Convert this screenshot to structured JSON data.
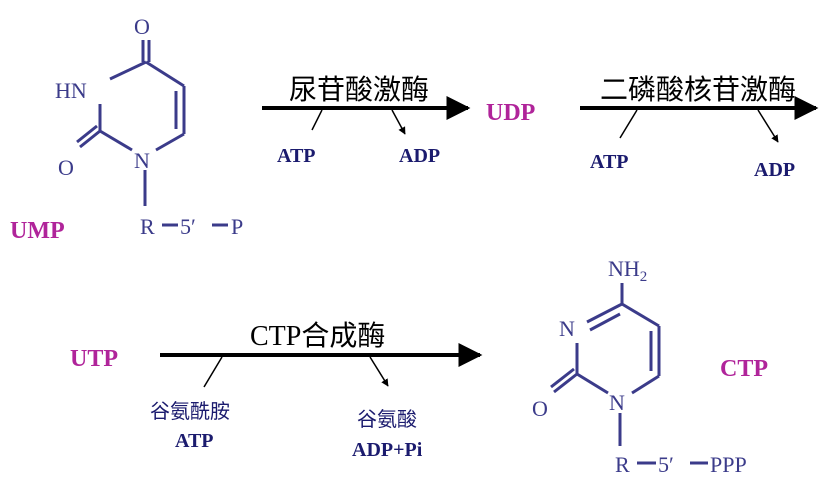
{
  "colors": {
    "structure": "#3b3b8a",
    "label_magenta": "#b0249a",
    "cofactor_navy": "#1b1b6e",
    "arrow": "#000000"
  },
  "ump": {
    "label": "UMP",
    "atoms": {
      "o_top": "O",
      "hn": "HN",
      "o_left": "O",
      "n": "N",
      "r": "R",
      "five_prime": "5′",
      "p": "P"
    }
  },
  "step1": {
    "enzyme": "尿苷酸激酶",
    "in": "ATP",
    "out": "ADP"
  },
  "udp": {
    "label": "UDP"
  },
  "step2": {
    "enzyme": "二磷酸核苷激酶",
    "in": "ATP",
    "out": "ADP"
  },
  "utp": {
    "label": "UTP"
  },
  "step3": {
    "enzyme": "CTP合成酶",
    "in1": "谷氨酰胺",
    "in2": "ATP",
    "out1": "谷氨酸",
    "out2": "ADP+Pi"
  },
  "ctp": {
    "label": "CTP",
    "atoms": {
      "nh2_main": "NH",
      "nh2_sub": "2",
      "n_left": "N",
      "o": "O",
      "n": "N",
      "r": "R",
      "five_prime": "5′",
      "ppp": "PPP"
    }
  }
}
